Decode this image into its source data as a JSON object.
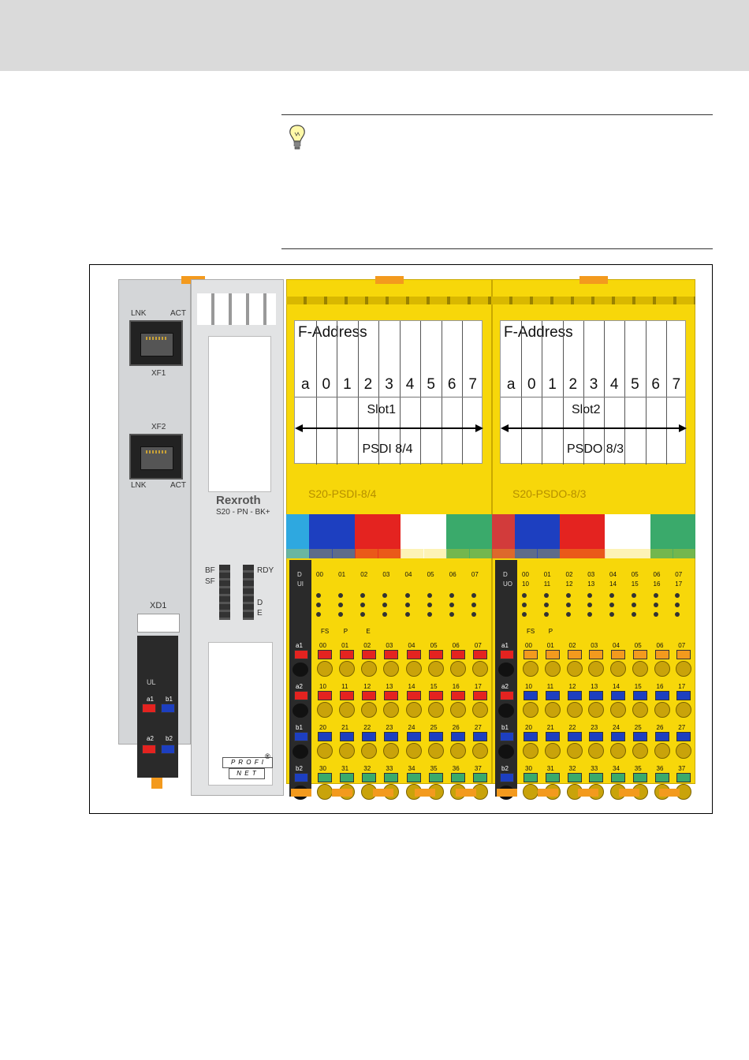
{
  "header": {
    "bg": "#dadada"
  },
  "note": {
    "icon": "lightbulb-icon"
  },
  "figure": {
    "coupler": {
      "top_port_label_left": "LNK",
      "top_port_label_right": "ACT",
      "port1_name": "XF1",
      "port2_name": "XF2",
      "bottom_port_label_left": "LNK",
      "bottom_port_label_right": "ACT",
      "brand": "Rexroth",
      "model": "S20 - PN - BK+",
      "led_bf": "BF",
      "led_sf": "SF",
      "led_rdy": "RDY",
      "led_d": "D",
      "led_e": "E",
      "supply_label": "XD1",
      "supply_ul": "UL",
      "supply_a1": "a1",
      "supply_b1": "b1",
      "supply_a2": "a2",
      "supply_b2": "b2",
      "profinet_top": "P R O F I",
      "profinet_bottom": "N E T",
      "registered": "®"
    },
    "modules": [
      {
        "address_title": "F-Address",
        "digits": [
          "a",
          "0",
          "1",
          "2",
          "3",
          "4",
          "5",
          "6",
          "7"
        ],
        "slot": "Slot1",
        "name": "PSDI 8/4",
        "type_label": "S20-PSDI-8/4",
        "led_left": [
          "D",
          "UI"
        ],
        "led_top": [
          "00",
          "01",
          "02",
          "03",
          "04",
          "05",
          "06",
          "07"
        ],
        "led_row2": [
          "",
          "",
          "",
          "",
          "",
          "",
          "",
          ""
        ],
        "led_bottom": [
          "FS",
          "P",
          "E"
        ],
        "rows": [
          {
            "pin": "a1",
            "labels": [
              "00",
              "01",
              "02",
              "03",
              "04",
              "05",
              "06",
              "07"
            ]
          },
          {
            "pin": "a2",
            "labels": [
              "10",
              "11",
              "12",
              "13",
              "14",
              "15",
              "16",
              "17"
            ]
          },
          {
            "pin": "b1",
            "labels": [
              "20",
              "21",
              "22",
              "23",
              "24",
              "25",
              "26",
              "27"
            ]
          },
          {
            "pin": "b2",
            "labels": [
              "30",
              "31",
              "32",
              "33",
              "34",
              "35",
              "36",
              "37"
            ]
          }
        ]
      },
      {
        "address_title": "F-Address",
        "digits": [
          "a",
          "0",
          "1",
          "2",
          "3",
          "4",
          "5",
          "6",
          "7"
        ],
        "slot": "Slot2",
        "name": "PSDO 8/3",
        "type_label": "S20-PSDO-8/3",
        "led_left": [
          "D",
          "UO"
        ],
        "led_top": [
          "00",
          "01",
          "02",
          "03",
          "04",
          "05",
          "06",
          "07"
        ],
        "led_row2": [
          "10",
          "11",
          "12",
          "13",
          "14",
          "15",
          "16",
          "17"
        ],
        "led_bottom": [
          "FS",
          "P"
        ],
        "rows": [
          {
            "pin": "a1",
            "labels": [
              "00",
              "01",
              "02",
              "03",
              "04",
              "05",
              "06",
              "07"
            ]
          },
          {
            "pin": "a2",
            "labels": [
              "10",
              "11",
              "12",
              "13",
              "14",
              "15",
              "16",
              "17"
            ]
          },
          {
            "pin": "b1",
            "labels": [
              "20",
              "21",
              "22",
              "23",
              "24",
              "25",
              "26",
              "27"
            ]
          },
          {
            "pin": "b2",
            "labels": [
              "30",
              "31",
              "32",
              "33",
              "34",
              "35",
              "36",
              "37"
            ]
          }
        ]
      }
    ]
  },
  "colors": {
    "module_yellow": "#f7d70a",
    "coupler_gray": "#d4d6d8",
    "orange": "#f39a1e",
    "red": "#e42320",
    "blue": "#1d3fc0",
    "green": "#3aaa6b",
    "lightblue": "#2ea8e0"
  }
}
